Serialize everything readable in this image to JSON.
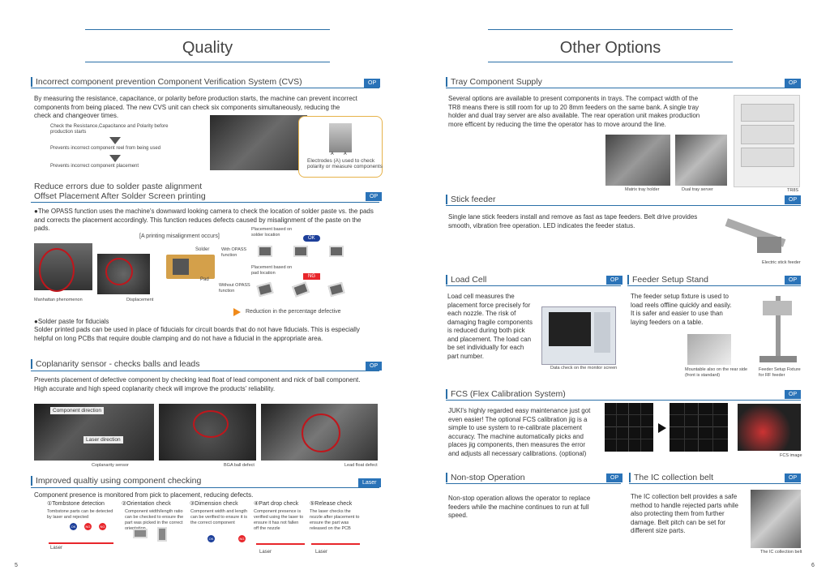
{
  "left": {
    "title": "Quality",
    "page_number": "5",
    "cvs": {
      "title": "Incorrect component prevention Component Verification System (CVS)",
      "badge": "OP",
      "body": "By measuring the resistance, capacitance, or polarity before production starts, the machine can prevent incorrect components from being placed. The new CVS unit can check six components simultaneously, reducing the check and changeover times.",
      "step1": "Check the Resistance,Capacitance and Polarity before production starts",
      "step2": "Prevents incorrect component reel from being used",
      "step3": "Prevents incorrect component placement",
      "electrodes": "Electrodes (A) used to check polarity or measure components",
      "a_label": "A"
    },
    "opass": {
      "title1": "Reduce errors due to solder paste alignment",
      "title2": "Offset Placement After Solder Screen printing",
      "badge": "OP",
      "body": "●The OPASS function uses the machine's downward looking camera to check the location of solder paste vs. the pads and corrects the placement accordingly. This function reduces defects caused by misalignment of the paste on the pads.",
      "misalign": "[A printing misalignment occurs]",
      "solder": "Solder",
      "pad": "Pad",
      "with_opass": "With OPASS function",
      "without_opass": "Without OPASS function",
      "placement_solder": "Placement based on solder location",
      "placement_pad": "Placement based on pad location",
      "ok": "OK",
      "ng": "NG",
      "manhattan": "Manhattan phenomenon",
      "displacement": "Displacement",
      "reduction": "Reduction in the percentage defective",
      "fiducial_title": "●Solder paste for fiducials",
      "fiducial_body": "Solder printed pads can be used in place of fiducials for circuit boards that do not have fiducials. This is especially helpful on long PCBs that require double clamping and do not have a fiducial in the appropriate area."
    },
    "coplanarity": {
      "title": "Coplanarity sensor - checks balls and leads",
      "badge": "OP",
      "body": "Prevents placement of defective component by checking lead float of lead component and nick of ball component. High accurate and high speed coplanarity check will improve the products' reliability.",
      "component_direction": "Component direction",
      "laser_direction": "Laser direction",
      "cap1": "Coplanarity sensor",
      "cap2": "BGA ball defect",
      "cap3": "Lead float defect"
    },
    "checking": {
      "title": "Improved qualtiy using component checking",
      "badge": "Laser",
      "intro": "Component presence is monitored from pick to placement, reducing defects.",
      "items": [
        {
          "title": "①Tombstone detection",
          "text": "Tombstone parts can be detected by laser and rejected"
        },
        {
          "title": "②Orientation check",
          "text": "Component width/length ratio can be checked to ensure the part was picked in the correct orientation"
        },
        {
          "title": "③Dimension check",
          "text": "Component width and length can be verified to ensure it is the correct component"
        },
        {
          "title": "④Part drop check",
          "text": "Component presence is verified using the laser to ensure it has not fallen off the nozzle"
        },
        {
          "title": "⑤Release check",
          "text": "The laser checks the nozzle after placement to ensure the part was released on the PCB"
        }
      ],
      "laser": "Laser",
      "ok": "OK",
      "ng": "NG"
    }
  },
  "right": {
    "title": "Other Options",
    "page_number": "6",
    "tray": {
      "title": "Tray Component Supply",
      "badge": "OP",
      "body": "Several options are available to present components in trays. The compact width of the TR8 means there is still room for up to 20 8mm feeders on the same bank. A single tray holder and dual tray server are also available. The rear operation unit makes production more efficent by reducing the time the operator has to move around the line.",
      "cap1": "Matrix tray holder",
      "cap2": "Dual tray server",
      "cap3": "TR8S"
    },
    "stick": {
      "title": "Stick feeder",
      "badge": "OP",
      "body": "Single lane stick feeders install and remove as fast as tape feeders. Belt drive provides smooth, vibration free operation. LED indicates the feeder status.",
      "caption": "Electric stick feeder"
    },
    "load": {
      "title": "Load Cell",
      "badge": "OP",
      "body": "Load cell measures the placement force precisely for each nozzle. The risk of damaging fragile components is reduced during both pick and placement. The load can be set individually for each part number.",
      "caption": "Data check on the monitor screen"
    },
    "feeder": {
      "title": "Feeder Setup Stand",
      "badge": "OP",
      "body": "The feeder setup fixture is used to load reels offline quickly and easily. It is safer and easier to use than laying feeders on a table.",
      "cap1": "Mountable also on the rear side (front is standard)",
      "cap2": "Feeder Setup Fixture for RF feeder"
    },
    "fcs": {
      "title": "FCS (Flex Calibration System)",
      "badge": "OP",
      "body": "JUKI's highly regarded easy maintenance just got even easier! The optional FCS calibration jig is a simple to use system to re-calibrate placement accuracy. The machine automatically picks and places jig components, then measures the error and adjusts all necessary calibrations. (optional)",
      "caption": "FCS image"
    },
    "nonstop": {
      "title": "Non-stop Operation",
      "badge": "OP",
      "body": "Non-stop operation allows the operator to replace feeders while the machine continues to run at full speed."
    },
    "ic": {
      "title": "The IC collection belt",
      "badge": "OP",
      "body": "The IC collection belt provides a safe method to handle rejected parts while also protecting them from further damage. Belt pitch can be set for different size parts.",
      "caption": "The IC collection belt"
    }
  }
}
